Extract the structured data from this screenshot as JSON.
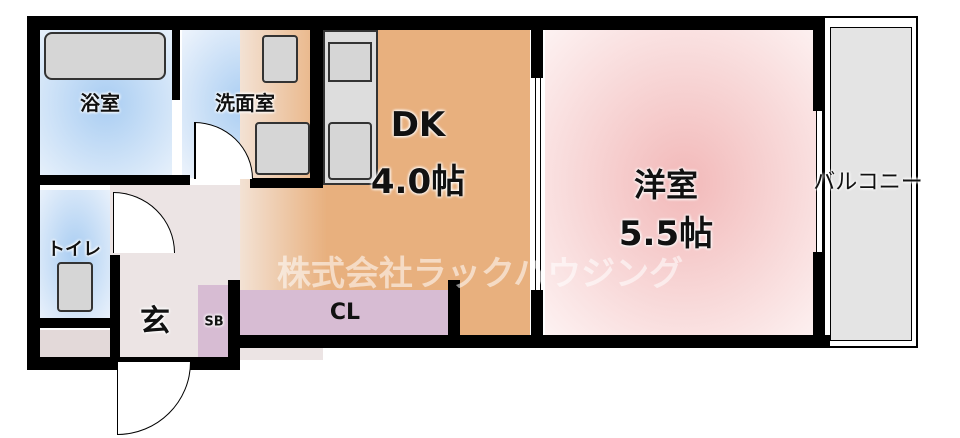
{
  "rooms": {
    "bath": "浴室",
    "washroom": "洗面室",
    "dk": "DK",
    "dk_size": "4.0帖",
    "western": "洋室",
    "western_size": "5.5帖",
    "balcony": "バルコニー",
    "toilet": "トイレ",
    "entrance": "玄",
    "shoe_box": "SB",
    "closet": "CL"
  },
  "watermark": "株式会社ラックハウジング",
  "colors": {
    "dk": "#e8b07e",
    "western": "#f2c2c2",
    "wet": "#a9cdf2",
    "storage": "#d7bcd3",
    "balcony": "#e4e4e4",
    "hall": "#ece4e4"
  }
}
